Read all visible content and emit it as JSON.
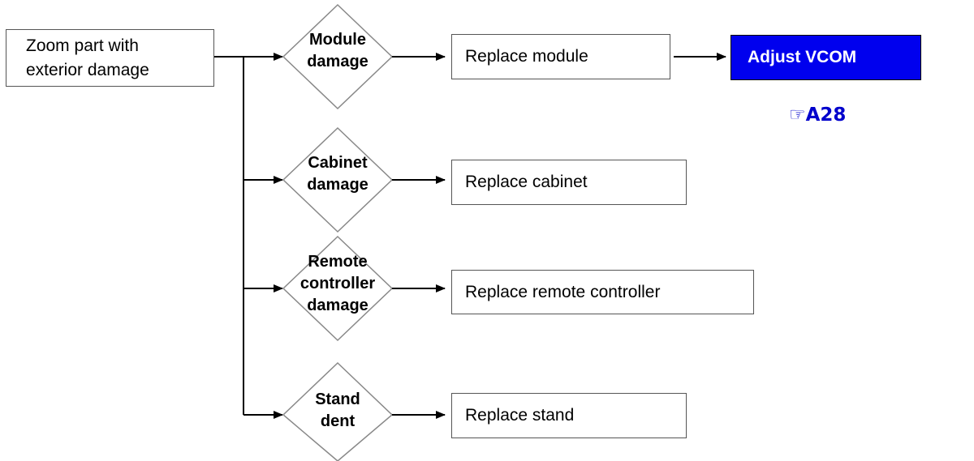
{
  "start": {
    "label": "Zoom part with\nexterior damage"
  },
  "branches": [
    {
      "condition": "Module\ndamage",
      "action": "Replace module"
    },
    {
      "condition": "Cabinet\ndamage",
      "action": "Replace cabinet"
    },
    {
      "condition": "Remote\ncontroller\ndamage",
      "action": "Replace remote controller"
    },
    {
      "condition": "Stand\ndent",
      "action": "Replace stand"
    }
  ],
  "followup": {
    "label": "Adjust VCOM",
    "reference": "☞A28",
    "color": "#0000ee"
  }
}
